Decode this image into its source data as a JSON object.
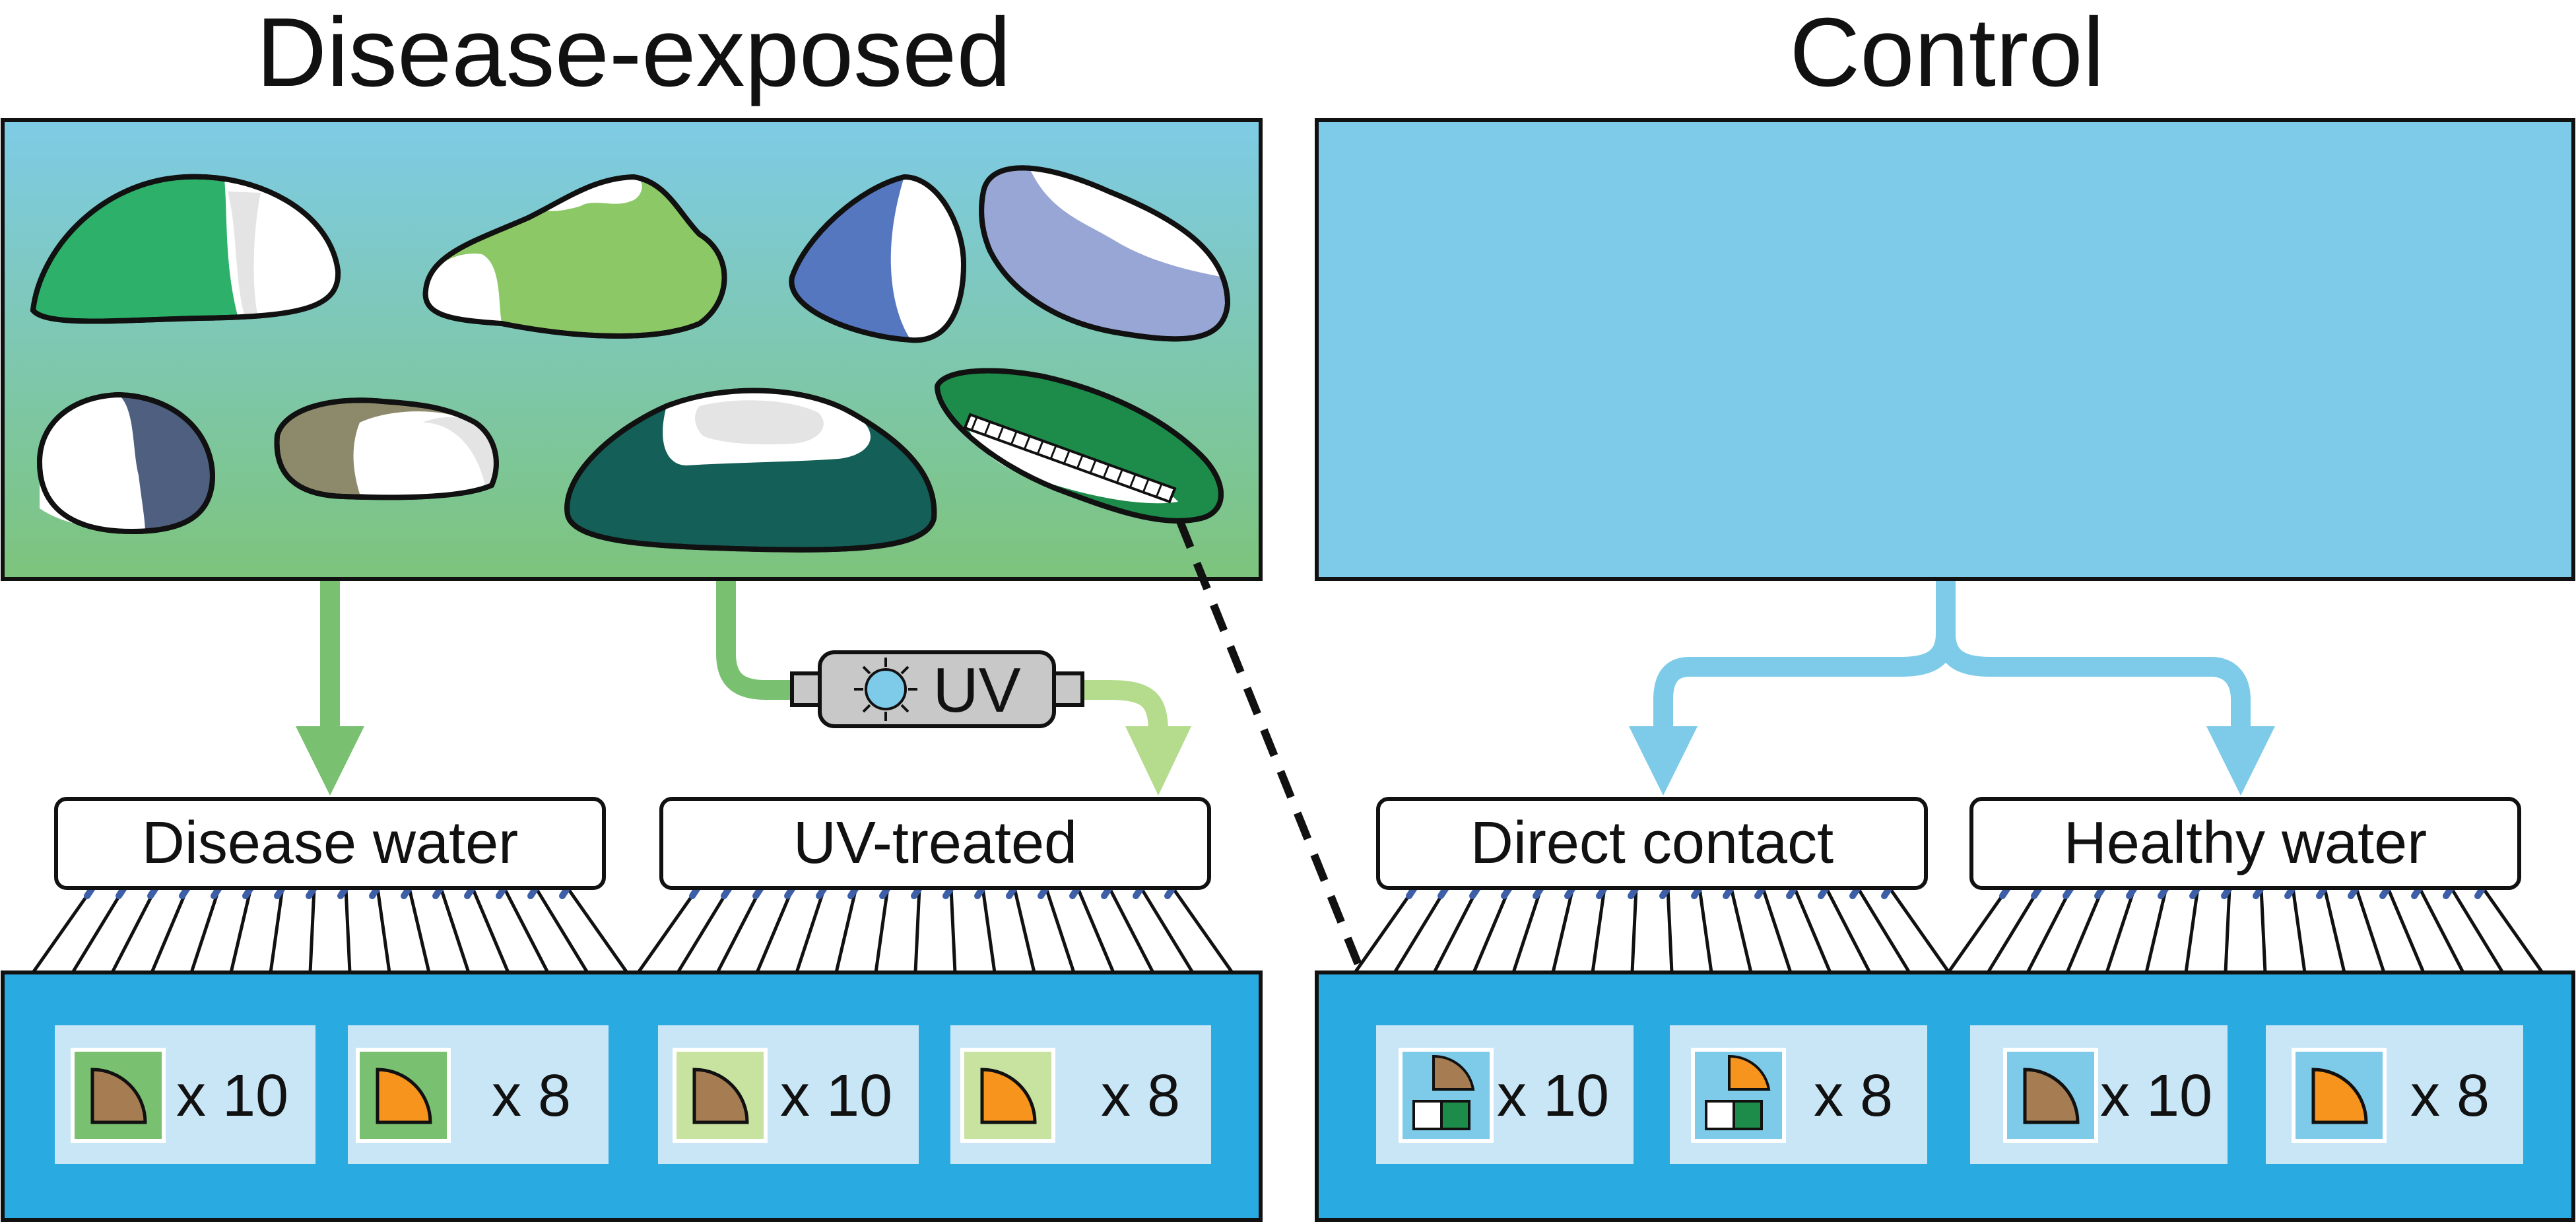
{
  "titles": {
    "left": "Disease-exposed",
    "right": "Control"
  },
  "uv_filter": {
    "label": "UV"
  },
  "treatments": [
    {
      "label": "Disease water"
    },
    {
      "label": "UV-treated"
    },
    {
      "label": "Direct contact"
    },
    {
      "label": "Healthy water"
    }
  ],
  "groups": [
    {
      "count": "x 10",
      "tile": "brown"
    },
    {
      "count": "x 8",
      "tile": "orange"
    },
    {
      "count": "x 10",
      "tile": "brown"
    },
    {
      "count": "x 8",
      "tile": "orange"
    },
    {
      "count": "x 10",
      "tile": "brown"
    },
    {
      "count": "x 8",
      "tile": "orange"
    },
    {
      "count": "x 10",
      "tile": "brown"
    },
    {
      "count": "x 8",
      "tile": "orange"
    }
  ],
  "colors": {
    "disease_tank_top": "#7ecbe6",
    "disease_tank_bottom": "#7dc47c",
    "control_tank": "#7ecbe9",
    "aquaria_base": "#29abe2",
    "well": "#c9e6f7",
    "disease_arrow": "#79c171",
    "uv_arrow": "#b5dc8d",
    "control_arrow": "#7ecbe9",
    "clip": "#3c5fa8",
    "coral_brown": "#a67c52",
    "coral_orange": "#f7941d",
    "tile_green": "#79c171",
    "tile_light_green": "#c8e3a0",
    "tile_blue": "#7ecbe9"
  }
}
